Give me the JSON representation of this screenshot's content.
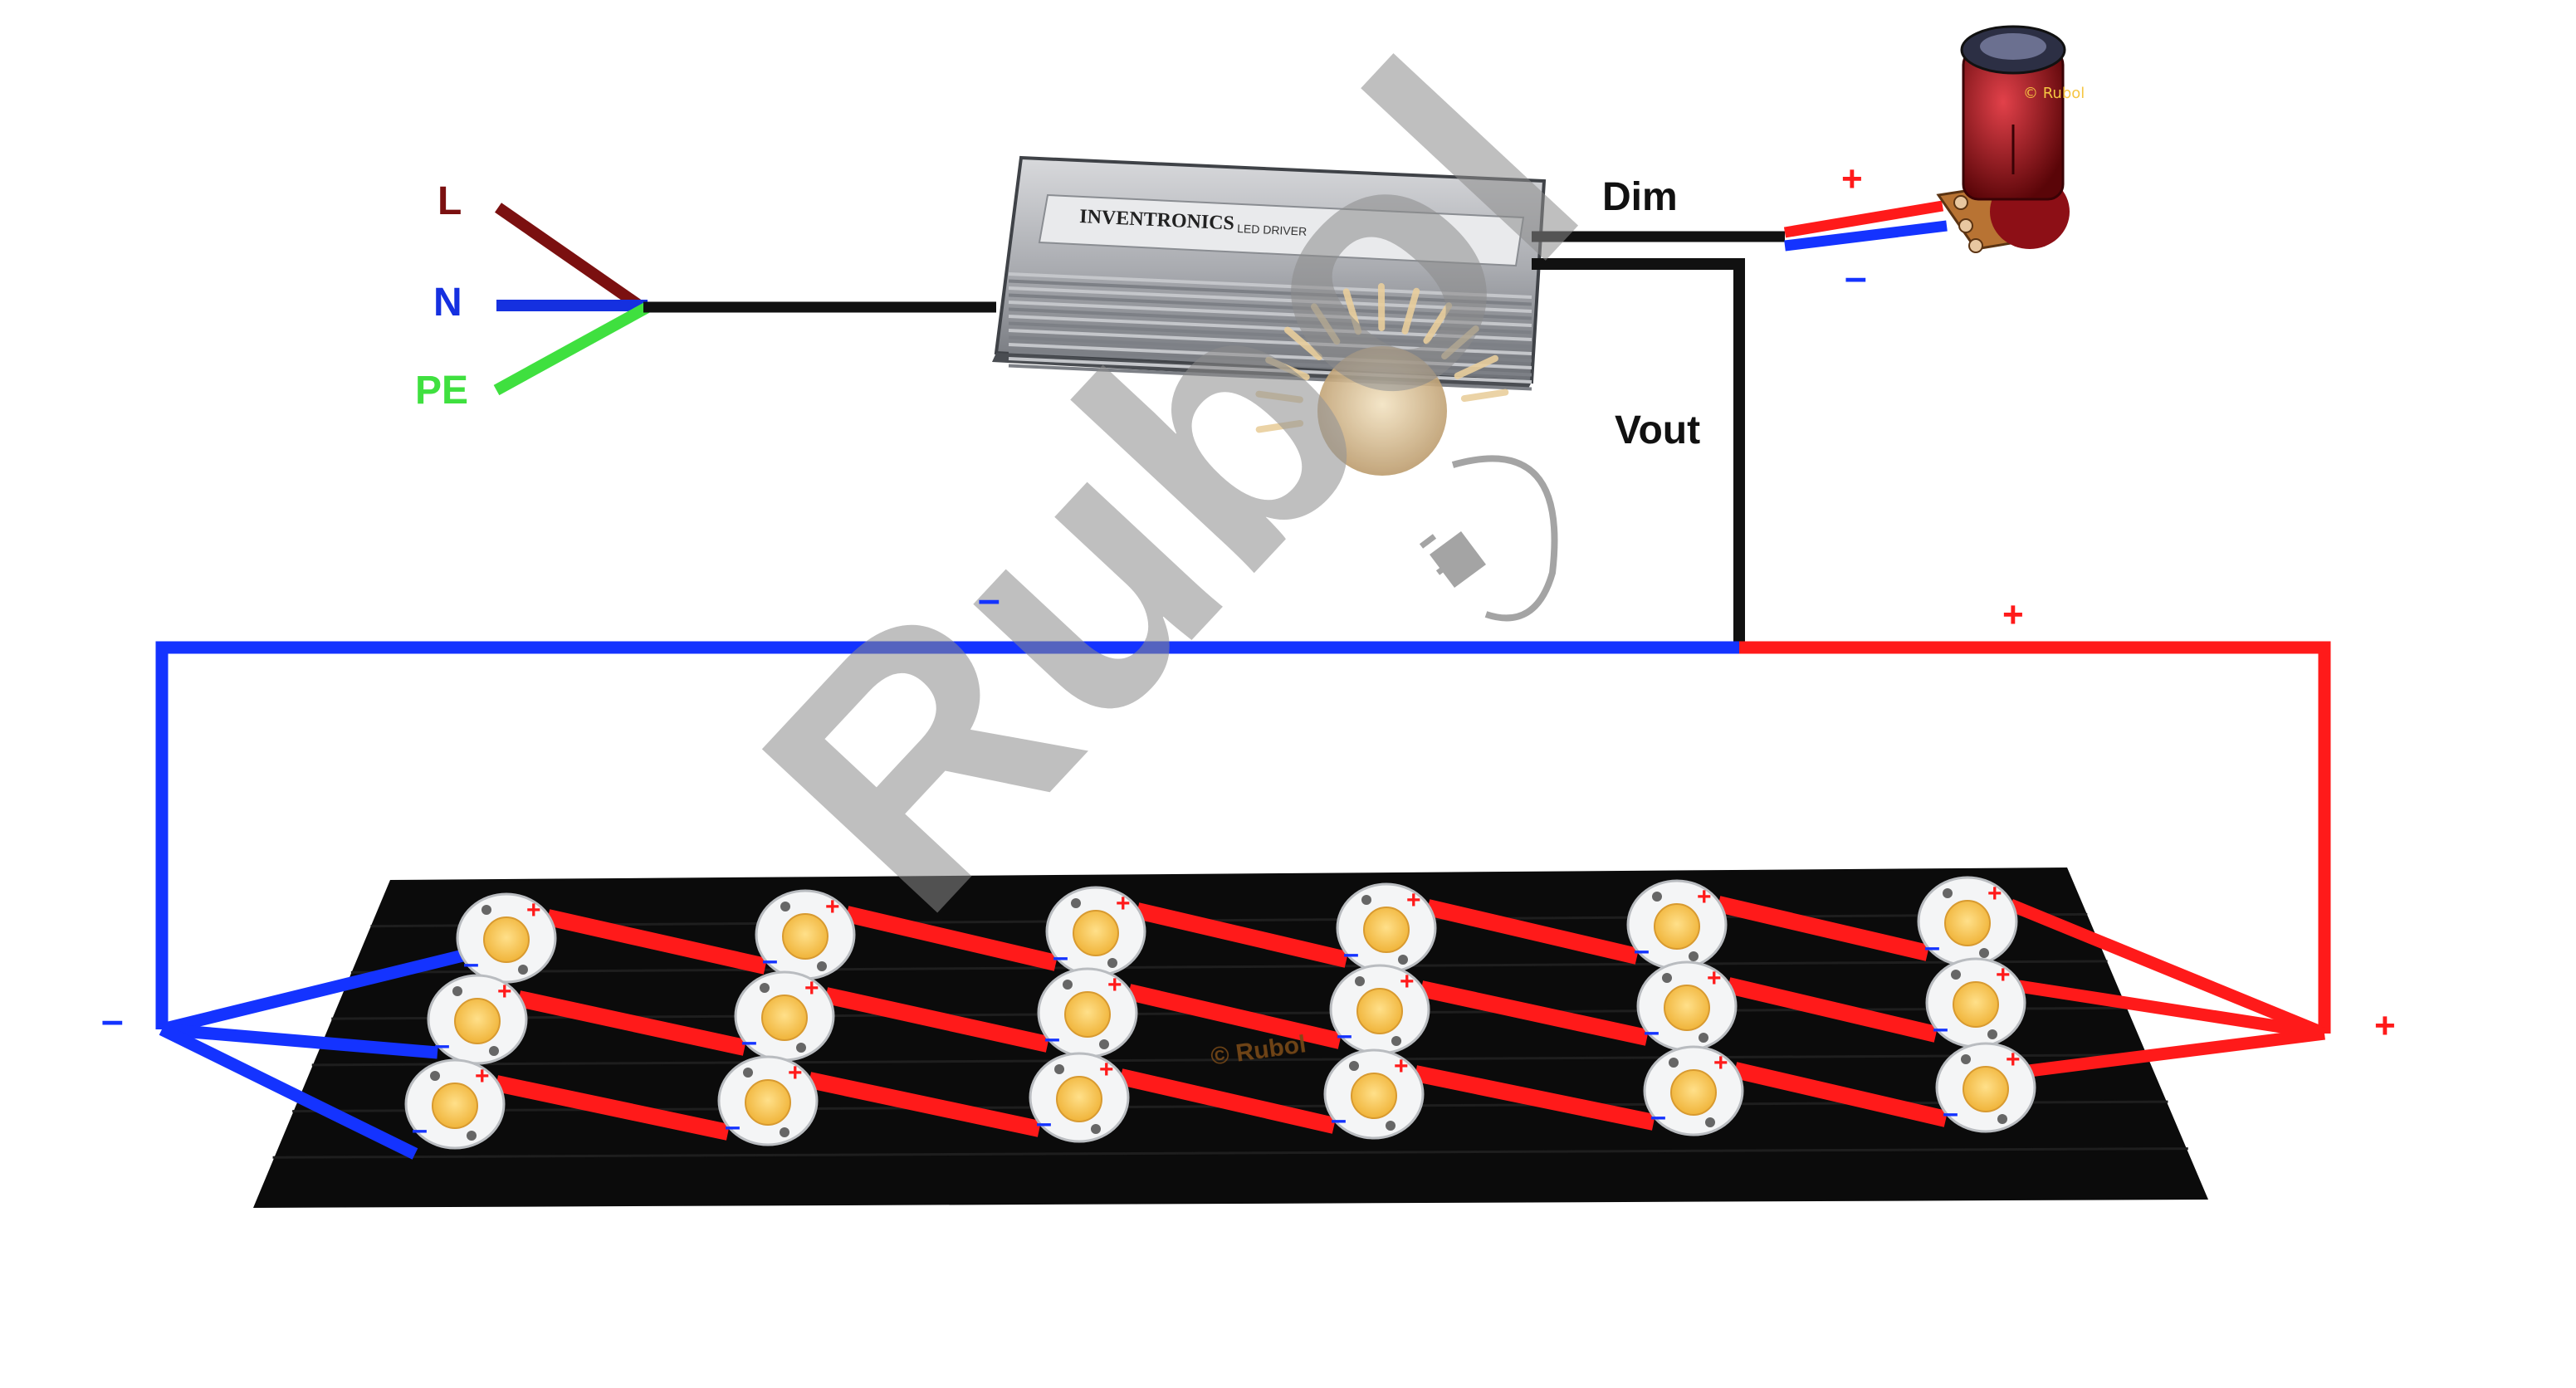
{
  "labels": {
    "line": "L",
    "neutral": "N",
    "earth": "PE",
    "dim": "Dim",
    "vout": "Vout",
    "plus": "+",
    "minus": "–"
  },
  "driver": {
    "brand": "INVENTRONICS",
    "subtitle": "LED DRIVER"
  },
  "watermark": {
    "text": "Rubol",
    "small_text": "© Rubol"
  },
  "colors": {
    "line": "#7b1010",
    "neutral": "#1530e0",
    "earth": "#3fe03f",
    "positive": "#ff1a1a",
    "negative": "#1433ff",
    "cable": "#111111",
    "board": "#0b0b0b"
  },
  "led_grid": {
    "columns": 6,
    "rows": 3
  }
}
